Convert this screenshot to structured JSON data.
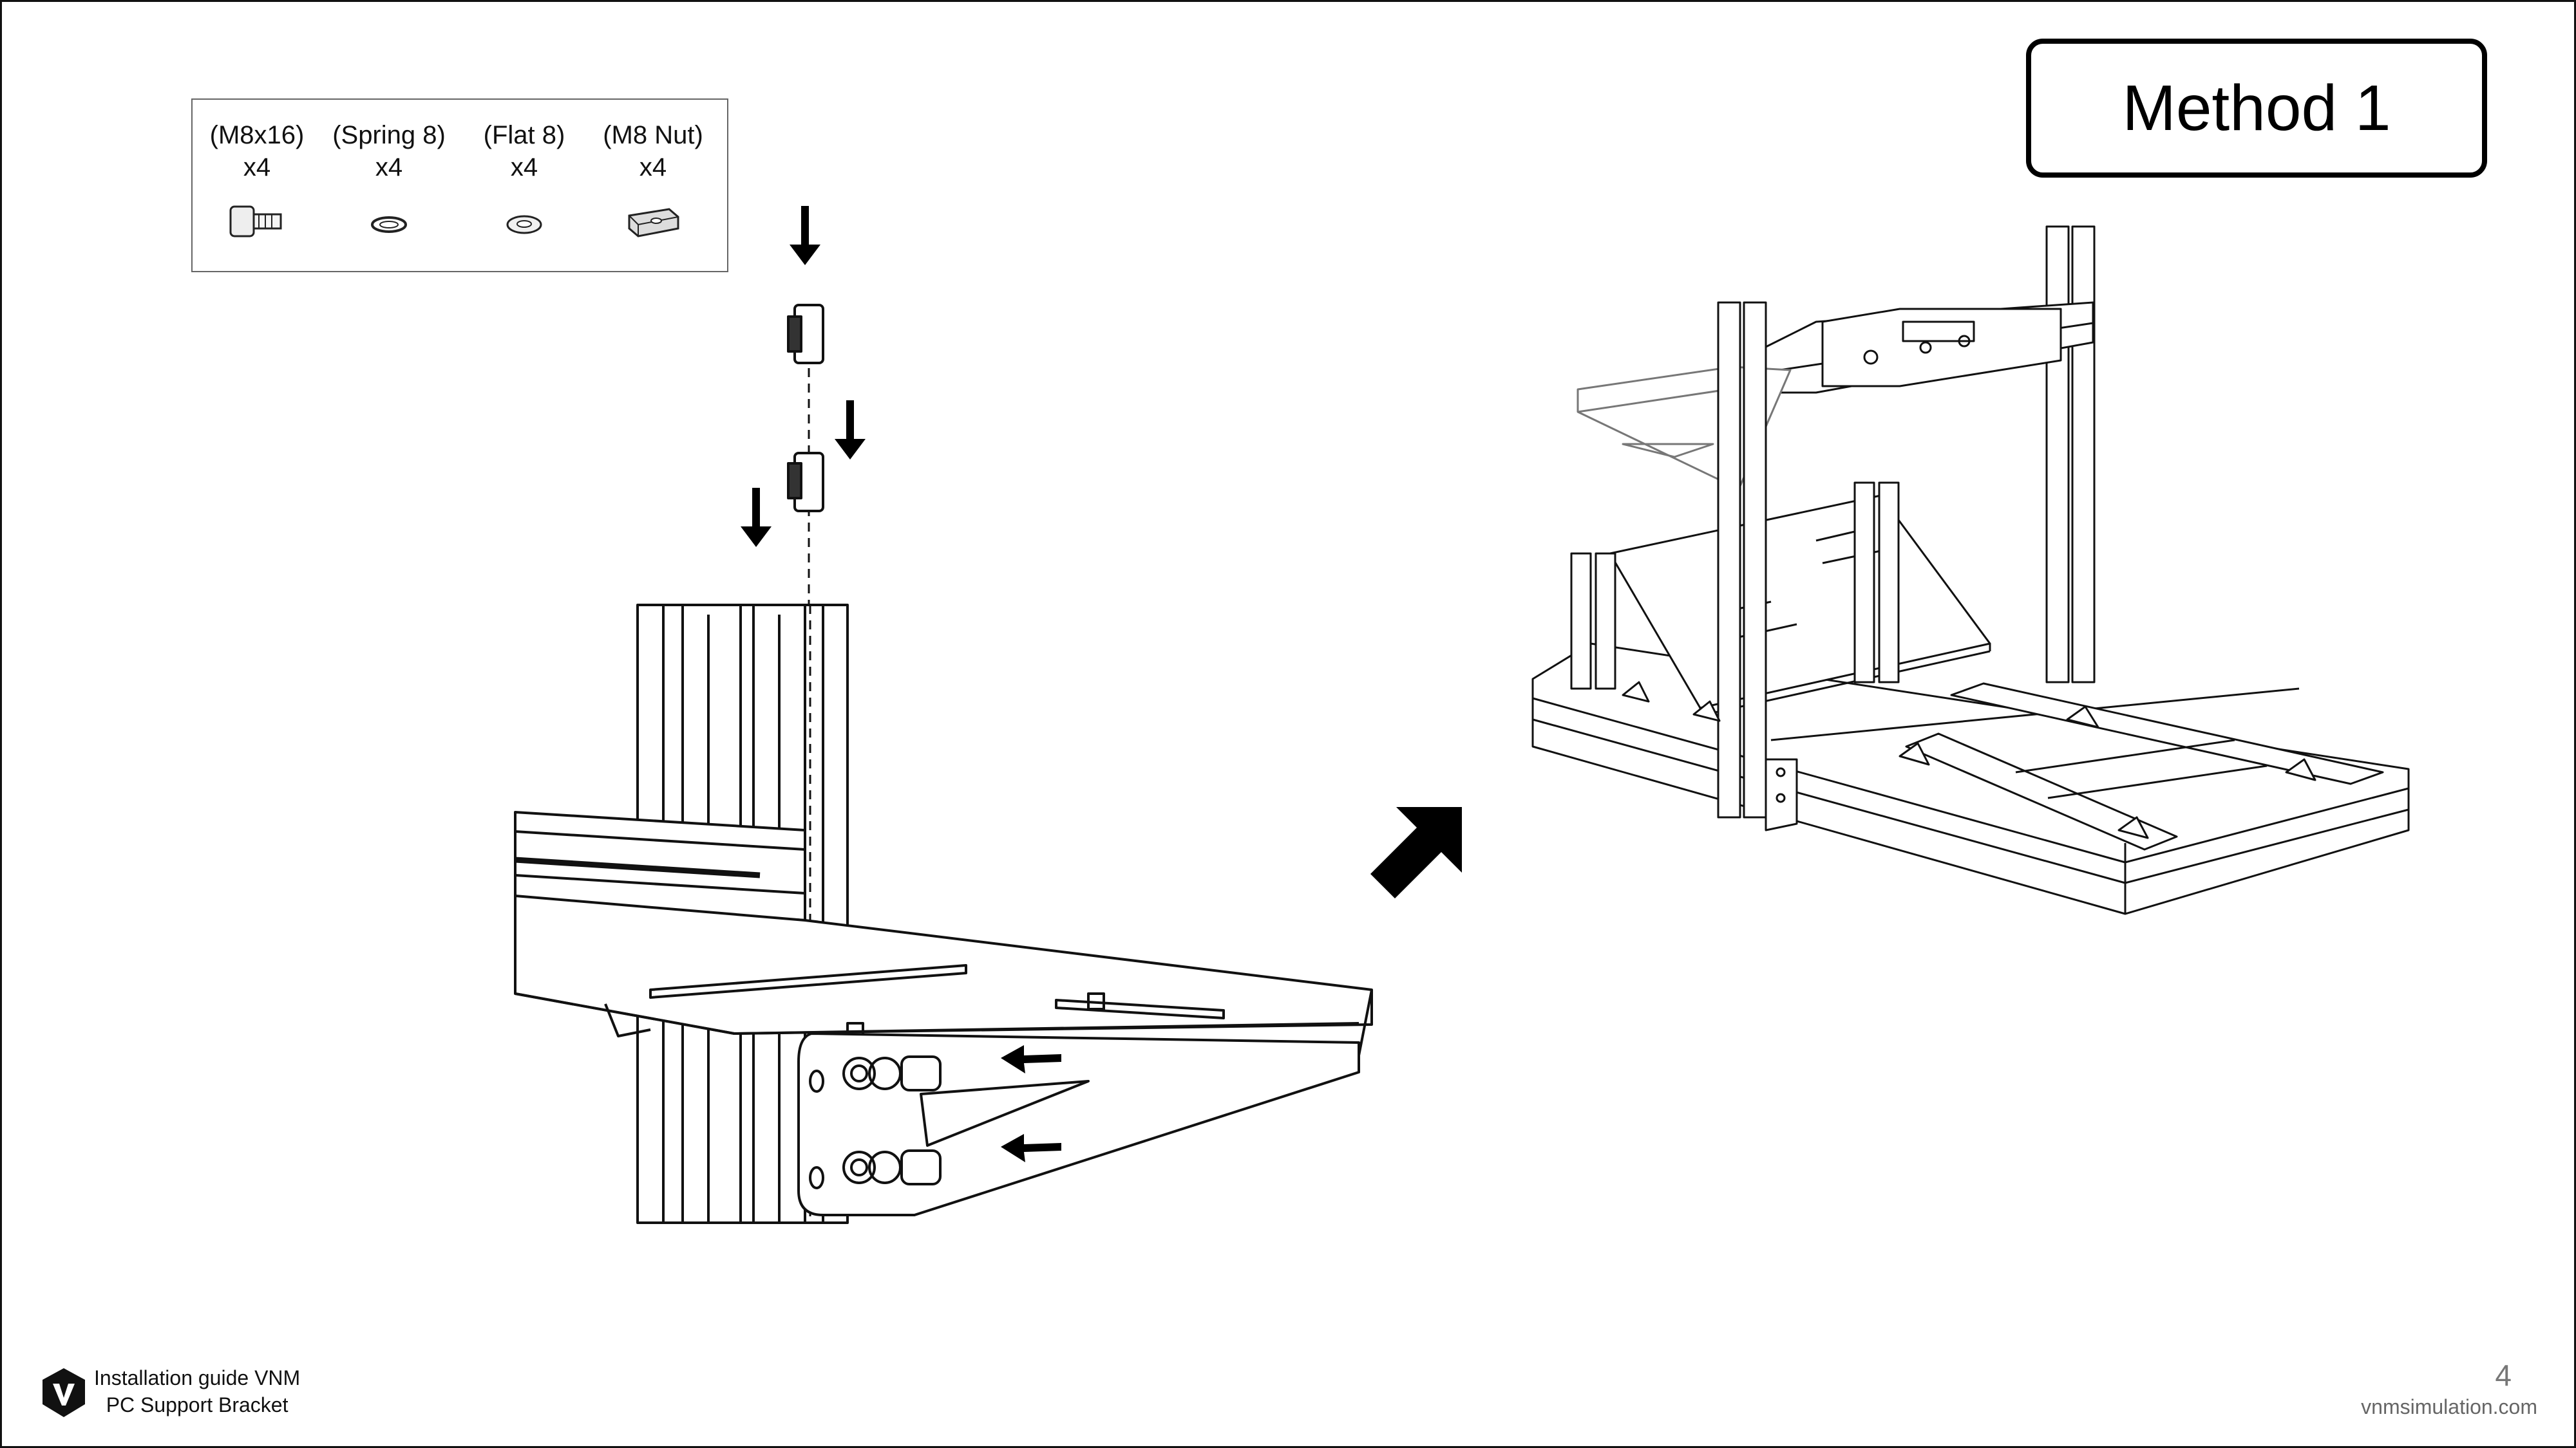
{
  "parts": [
    {
      "name": "(M8x16)",
      "qty": "x4",
      "icon": "socket-bolt-icon"
    },
    {
      "name": "(Spring 8)",
      "qty": "x4",
      "icon": "spring-washer-icon"
    },
    {
      "name": "(Flat 8)",
      "qty": "x4",
      "icon": "flat-washer-icon"
    },
    {
      "name": "(M8 Nut)",
      "qty": "x4",
      "icon": "t-nut-icon"
    }
  ],
  "method": {
    "title": "Method 1"
  },
  "footer": {
    "guide_line1": "Installation guide VNM",
    "guide_line2": "PC Support Bracket",
    "page_number": "4",
    "website": "vnmsimulation.com"
  }
}
